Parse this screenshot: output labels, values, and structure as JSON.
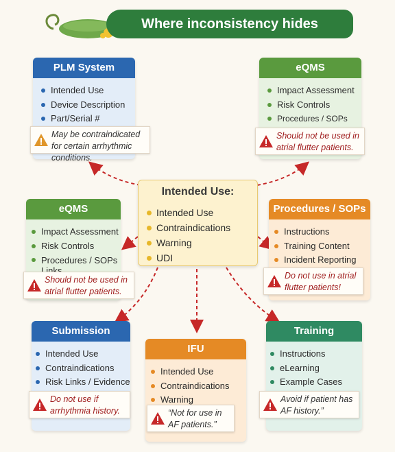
{
  "title": "Where inconsistency hides",
  "center": {
    "title": "Intended Use:",
    "items": [
      "Intended Use",
      "Contraindications",
      "Warning",
      "UDI"
    ]
  },
  "plm": {
    "title": "PLM System",
    "items": [
      "Intended Use",
      "Device Description",
      "Part/Serial #"
    ],
    "warning": "May be contraindicated for certain arrhythmic conditions."
  },
  "eqms_top": {
    "title": "eQMS",
    "items": [
      "Impact Assessment",
      "Risk Controls",
      "Procedures / SOPs Links"
    ],
    "warning": "Should not be used in atrial flutter patients."
  },
  "eqms_left": {
    "title": "eQMS",
    "items": [
      "Impact Assessment",
      "Risk Controls",
      "Procedures / SOPs Links"
    ],
    "warning": "Should not be used in atrial flutter patients."
  },
  "procedures": {
    "title": "Procedures / SOPs",
    "items": [
      "Instructions",
      "Training Content",
      "Incident Reporting"
    ],
    "warning": "Do not use in atrial flutter patients!"
  },
  "submission": {
    "title": "Submission",
    "items": [
      "Intended Use",
      "Contraindications",
      "Risk Links / Evidence"
    ],
    "warning": "Do not use if arrhythmia history."
  },
  "ifu": {
    "title": "IFU",
    "items": [
      "Intended Use",
      "Contraindications",
      "Warning"
    ],
    "warning": "“Not for use in AF patients.”"
  },
  "training": {
    "title": "Training",
    "items": [
      "Instructions",
      "eLearning",
      "Example Cases"
    ],
    "warning": "Avoid if patient has AF history.”"
  },
  "colors": {
    "blue": "#2b67b0",
    "green": "#5a9a3e",
    "orange": "#e58a25",
    "teal": "#2f8a62",
    "yellow": "#e7b728",
    "banner": "#2e7d3c",
    "arrow": "#c62828"
  }
}
